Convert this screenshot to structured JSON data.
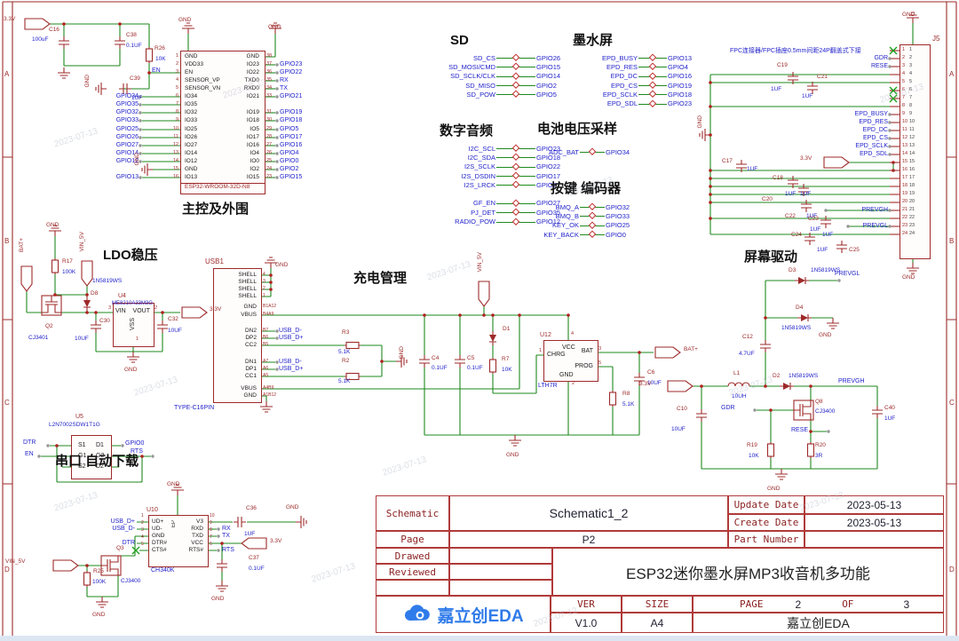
{
  "watermark": "2023-07-13",
  "frame": {
    "rows": [
      "A",
      "B",
      "C",
      "D"
    ]
  },
  "titles": {
    "mcu": "主控及外围",
    "ldo": "LDO稳压",
    "charge": "充电管理",
    "screen": "屏幕驱动",
    "serial": "串口 自动下载"
  },
  "nets": {
    "gnd": "GND",
    "v33": "3.3V",
    "vin5": "VIN_5V",
    "batp": "BAT+",
    "en": "EN",
    "rx": "RX",
    "tx": "TX",
    "dtr": "DTR",
    "rts": "RTS",
    "gpio0": "GPIO0",
    "usb_dp": "USB_D+",
    "usb_dm": "USB_D-",
    "gdr": "GDR",
    "rese": "RESE",
    "prevgh": "PREVGH",
    "prevgl": "PREVGL"
  },
  "esp32": {
    "part": "ESP32-WROOM-32D-N8",
    "left": [
      {
        "n": "1",
        "name": "GND",
        "net": ""
      },
      {
        "n": "2",
        "name": "VDD33",
        "net": ""
      },
      {
        "n": "3",
        "name": "EN",
        "net": ""
      },
      {
        "n": "4",
        "name": "SENSOR_VP",
        "net": ""
      },
      {
        "n": "5",
        "name": "SENSOR_VN",
        "net": ""
      },
      {
        "n": "6",
        "name": "IO34",
        "net": "GPIO34"
      },
      {
        "n": "7",
        "name": "IO35",
        "net": "GPIO35"
      },
      {
        "n": "8",
        "name": "IO32",
        "net": "GPIO32"
      },
      {
        "n": "9",
        "name": "IO33",
        "net": "GPIO33"
      },
      {
        "n": "10",
        "name": "IO25",
        "net": "GPIO25"
      },
      {
        "n": "11",
        "name": "IO26",
        "net": "GPIO26"
      },
      {
        "n": "12",
        "name": "IO27",
        "net": "GPIO27"
      },
      {
        "n": "13",
        "name": "IO14",
        "net": "GPIO14"
      },
      {
        "n": "14",
        "name": "IO12",
        "net": "GPIO12"
      },
      {
        "n": "15",
        "name": "GND",
        "net": ""
      },
      {
        "n": "16",
        "name": "IO13",
        "net": "GPIO13"
      }
    ],
    "right": [
      {
        "n": "38",
        "name": "GND",
        "net": ""
      },
      {
        "n": "37",
        "name": "IO23",
        "net": "GPIO23"
      },
      {
        "n": "36",
        "name": "IO22",
        "net": "GPIO22"
      },
      {
        "n": "35",
        "name": "TXD0",
        "net": "RX"
      },
      {
        "n": "34",
        "name": "RXD0",
        "net": "TX"
      },
      {
        "n": "33",
        "name": "IO21",
        "net": "GPIO21"
      },
      null,
      {
        "n": "31",
        "name": "IO19",
        "net": "GPIO19"
      },
      {
        "n": "30",
        "name": "IO18",
        "net": "GPIO18"
      },
      {
        "n": "29",
        "name": "IO5",
        "net": "GPIO5"
      },
      {
        "n": "28",
        "name": "IO17",
        "net": "GPIO17"
      },
      {
        "n": "27",
        "name": "IO16",
        "net": "GPIO16"
      },
      {
        "n": "26",
        "name": "IO4",
        "net": "GPIO4"
      },
      {
        "n": "25",
        "name": "IO0",
        "net": "GPIO0"
      },
      {
        "n": "24",
        "name": "IO2",
        "net": "GPIO2"
      },
      {
        "n": "23",
        "name": "IO15",
        "net": "GPIO15"
      }
    ]
  },
  "groups": [
    {
      "id": "sd",
      "title": "SD",
      "rows": [
        [
          "SD_CS",
          "GPIO26"
        ],
        [
          "SD_MOSI/CMD",
          "GPIO15"
        ],
        [
          "SD_SCLK/CLK",
          "GPIO14"
        ],
        [
          "SD_MISO",
          "GPIO2"
        ],
        [
          "SD_POW",
          "GPIO5"
        ]
      ]
    },
    {
      "id": "eink",
      "title": "墨水屏",
      "rows": [
        [
          "EPD_BUSY",
          "GPIO13"
        ],
        [
          "EPD_RES",
          "GPIO4"
        ],
        [
          "EPD_DC",
          "GPIO16"
        ],
        [
          "EPD_CS",
          "GPIO19"
        ],
        [
          "EPD_SCLK",
          "GPIO18"
        ],
        [
          "EPD_SDL",
          "GPIO23"
        ]
      ]
    },
    {
      "id": "audio",
      "title": "数字音频",
      "rows": [
        [
          "I2C_SCL",
          "GPIO23"
        ],
        [
          "I2C_SDA",
          "GPIO18"
        ],
        [
          "I2S_SCLK",
          "GPIO22"
        ],
        [
          "I2S_DSDIN",
          "GPIO17"
        ],
        [
          "I2S_LRCK",
          "GPIO21"
        ],
        null,
        [
          "GF_EN",
          "GPIO27"
        ],
        [
          "PJ_DET",
          "GPIO35"
        ],
        [
          "RADIO_POW",
          "GPIO12"
        ]
      ]
    },
    {
      "id": "adc",
      "title": "电池电压采样",
      "rows": [
        [
          "ADC_BAT",
          "GPIO34"
        ]
      ]
    },
    {
      "id": "keys",
      "title": "按键 编码器",
      "rows": [
        [
          "BMQ_A",
          "GPIO32"
        ],
        [
          "BMQ_B",
          "GPIO33"
        ],
        [
          "KEY_OK",
          "GPIO25"
        ],
        [
          "KEY_BACK",
          "GPIO0"
        ]
      ]
    }
  ],
  "j5": {
    "ref": "J5",
    "count": 24,
    "note": "FPC连接器/FPC插座0.5mm间距24P翻盖式下接",
    "labels": {
      "2": "GDR",
      "3": "RESE",
      "9": "EPD_BUSY",
      "10": "EPD_RES",
      "11": "EPD_DC",
      "12": "EPD_CS",
      "13": "EPD_SCLK",
      "14": "EPD_SDL",
      "21": "PREVGH",
      "23": "PREVGL"
    },
    "nc": [
      1,
      6,
      7
    ]
  },
  "parts": {
    "c16": {
      "r": "C16",
      "v": "100uF"
    },
    "c38": {
      "r": "C38",
      "v": "0.1UF"
    },
    "c39": {
      "r": "C39",
      "v": "1UF"
    },
    "r26": {
      "r": "R26",
      "v": "10K"
    },
    "c19": {
      "r": "C19",
      "v": "1UF"
    },
    "c21": {
      "r": "C21",
      "v": "1UF"
    },
    "c17": {
      "r": "C17",
      "v": "1UF"
    },
    "c18": {
      "r": "C18",
      "v": "1UF"
    },
    "c20": {
      "r": "C20",
      "v": "1UF"
    },
    "c22": {
      "r": "C22",
      "v": "1UF"
    },
    "c23": {
      "r": "C23",
      "v": "1UF"
    },
    "c24": {
      "r": "C24",
      "v": "1UF"
    },
    "c25": {
      "r": "C25",
      "v": "1UF"
    },
    "d3": {
      "r": "D3",
      "v": "1N5819WS"
    },
    "d4": {
      "r": "D4",
      "v": "1N5819WS"
    },
    "d2": {
      "r": "D2",
      "v": "1N5819WS"
    },
    "c12": {
      "r": "C12",
      "v": "4.7UF"
    },
    "l1": {
      "r": "L1",
      "v": "10UH"
    },
    "q8": {
      "r": "Q8",
      "v": "CJ3400"
    },
    "r19": {
      "r": "R19",
      "v": "10K"
    },
    "r20": {
      "r": "R20",
      "v": "3R"
    },
    "c10": {
      "r": "C10",
      "v": "10UF"
    },
    "c40": {
      "r": "C40",
      "v": "1UF"
    },
    "r17": {
      "r": "R17",
      "v": "100K"
    },
    "d8": {
      "r": "D8",
      "v": "1N5819WS"
    },
    "q2": {
      "r": "Q2",
      "v": "CJ3401"
    },
    "c30": {
      "r": "C30",
      "v": "10UF"
    },
    "c32": {
      "r": "C32",
      "v": "10UF"
    },
    "d1": {
      "r": "D1",
      "v": ""
    },
    "c4": {
      "r": "C4",
      "v": "0.1UF"
    },
    "c5": {
      "r": "C5",
      "v": "0.1UF"
    },
    "r7": {
      "r": "R7",
      "v": "10K"
    },
    "r8": {
      "r": "R8",
      "v": "5.1K"
    },
    "c6": {
      "r": "C6",
      "v": "10UF"
    },
    "r3": {
      "r": "R3",
      "v": "5.1K"
    },
    "r2": {
      "r": "R2",
      "v": "5.1K"
    },
    "c36": {
      "r": "C36",
      "v": "1UF"
    },
    "c37": {
      "r": "C37",
      "v": "0.1UF"
    },
    "r25": {
      "r": "R25",
      "v": "100K"
    },
    "q3": {
      "r": "Q3",
      "v": "CJ3400"
    }
  },
  "u4": {
    "ref": "U4",
    "part": "ME8210A33M3G",
    "pins": [
      [
        "3",
        "VIN"
      ],
      [
        "2",
        "VOUT"
      ],
      [
        "1",
        "VSS"
      ]
    ]
  },
  "u12": {
    "ref": "U12",
    "part": "LTH7R",
    "pins": [
      [
        "1",
        "CHRG"
      ],
      [
        "4",
        "VCC"
      ],
      [
        "3",
        "BAT"
      ],
      [
        "5",
        "PROG"
      ],
      [
        "2",
        "GND"
      ]
    ]
  },
  "u5": {
    "ref": "U5",
    "part": "L2N7002SDW1T1G",
    "cells": [
      "S1",
      "D1",
      "G1",
      "G2",
      "S2",
      "D2"
    ]
  },
  "u10": {
    "ref": "U10",
    "part": "CH340K",
    "ep": "EP",
    "left": [
      [
        "1",
        "UD+"
      ],
      [
        "2",
        "UD-"
      ],
      [
        "3",
        "GND"
      ],
      [
        "4",
        "DTR#"
      ],
      [
        "5",
        "CTS#"
      ]
    ],
    "right": [
      [
        "10",
        "V3"
      ],
      [
        "9",
        "RXD"
      ],
      [
        "8",
        "TXD"
      ],
      [
        "7",
        "VCC"
      ],
      [
        "6",
        "RTS#"
      ]
    ]
  },
  "usb": {
    "ref": "USB1",
    "part": "TYPE-C16PIN",
    "pins": [
      [
        "4",
        "SHELL"
      ],
      [
        "3",
        "SHELL"
      ],
      [
        "2",
        "SHELL"
      ],
      [
        "1",
        "SHELL"
      ],
      [
        "B1A12",
        "GND"
      ],
      [
        "B4A9",
        "VBUS"
      ],
      [
        "B7",
        "DN2"
      ],
      [
        "B6",
        "DP2"
      ],
      [
        "B5",
        "CC2"
      ],
      [
        "A7",
        "DN1"
      ],
      [
        "A6",
        "DP1"
      ],
      [
        "A5",
        "CC1"
      ],
      [
        "A4B9",
        "VBUS"
      ],
      [
        "A1B12",
        "GND"
      ]
    ]
  },
  "titleblock": {
    "schematic_label": "Schematic",
    "schematic": "Schematic1_2",
    "update_label": "Update Date",
    "update": "2023-05-13",
    "create_label": "Create Date",
    "create": "2023-05-13",
    "page_label": "Page",
    "page": "P2",
    "part_label": "Part Number",
    "part": "",
    "drawed_label": "Drawed",
    "reviewed_label": "Reviewed",
    "title": "ESP32迷你墨水屏MP3收音机多功能",
    "ver_label": "VER",
    "ver": "V1.0",
    "size_label": "SIZE",
    "size": "A4",
    "page_word": "PAGE",
    "page_num": "2",
    "of_word": "OF",
    "page_total": "3",
    "company": "嘉立创EDA",
    "logo_text": "嘉立创EDA"
  }
}
